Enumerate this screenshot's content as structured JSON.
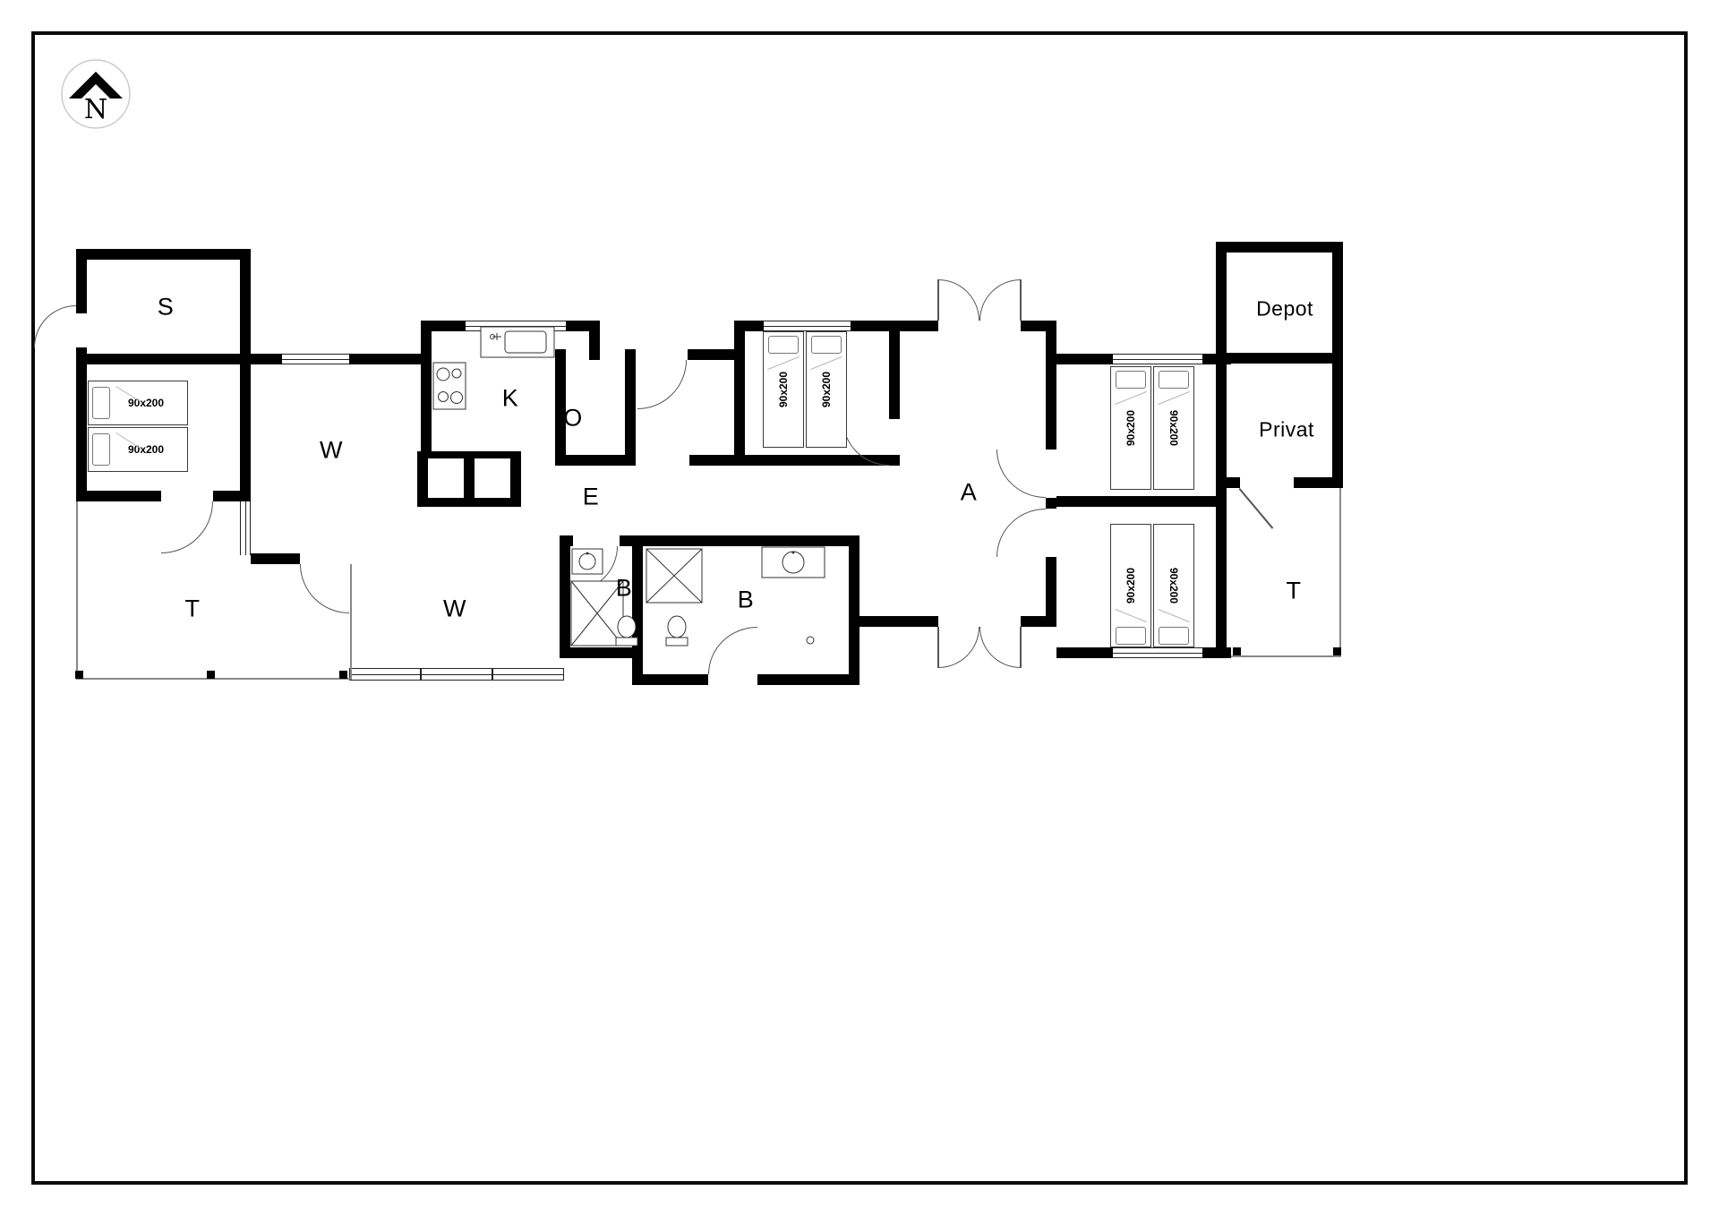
{
  "compass": {
    "letter": "N"
  },
  "rooms": {
    "s": "S",
    "w_upper": "W",
    "kitchen": "K",
    "o": "O",
    "hall": "E",
    "living": "A",
    "bath_left": "B",
    "bath_right": "B",
    "terrace_left": "T",
    "w_lower": "W",
    "terrace_right": "T",
    "depot": "Depot",
    "privat": "Privat"
  },
  "beds": [
    {
      "id": "bedroom-left-bed-1",
      "size": "90x200"
    },
    {
      "id": "bedroom-left-bed-2",
      "size": "90x200"
    },
    {
      "id": "bedroom-mid-bed-1",
      "size": "90x200"
    },
    {
      "id": "bedroom-mid-bed-2",
      "size": "90x200"
    },
    {
      "id": "bedroom-ne-bed-1",
      "size": "90x200"
    },
    {
      "id": "bedroom-ne-bed-2",
      "size": "90x200"
    },
    {
      "id": "bedroom-se-bed-1",
      "size": "90x200"
    },
    {
      "id": "bedroom-se-bed-2",
      "size": "90x200"
    }
  ],
  "colors": {
    "wall": "#000000",
    "door_line": "#555555",
    "fixture_line": "#333333"
  }
}
